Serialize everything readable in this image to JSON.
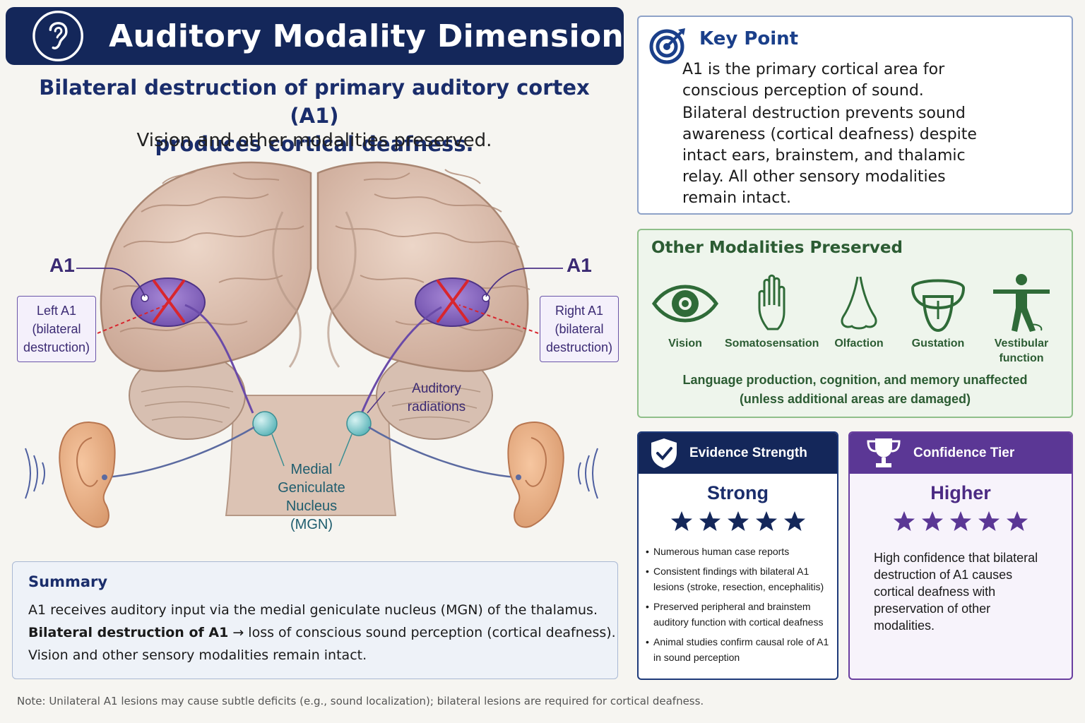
{
  "header": {
    "title": "Auditory Modality Dimension",
    "icon": "ear-icon"
  },
  "headline": {
    "line1": "Bilateral destruction of primary auditory cortex (A1)",
    "line2": "produces cortical deafness.",
    "subline": "Vision and other modalities preserved."
  },
  "illustration": {
    "left_a1": "A1",
    "right_a1": "A1",
    "left_box": [
      "Left A1",
      "(bilateral",
      "destruction)"
    ],
    "right_box": [
      "Right A1",
      "(bilateral",
      "destruction)"
    ],
    "radiations": [
      "Auditory",
      "radiations"
    ],
    "mgn": [
      "Medial",
      "Geniculate",
      "Nucleus",
      "(MGN)"
    ]
  },
  "summary": {
    "title": "Summary",
    "line1": "A1 receives auditory input via the medial geniculate nucleus (MGN) of the thalamus.",
    "line2_bold": "Bilateral destruction of A1",
    "line2_rest": " → loss of conscious sound perception (cortical deafness).",
    "line3": "Vision and other sensory modalities remain intact."
  },
  "note": "Note: Unilateral A1 lesions may cause subtle deficits (e.g., sound localization); bilateral lesions are required for cortical deafness.",
  "key_point": {
    "title": "Key Point",
    "icon": "target-icon",
    "p1": [
      "A1 is the primary cortical area for",
      "conscious perception of sound."
    ],
    "p2": [
      "Bilateral destruction prevents sound",
      "awareness (cortical deafness) despite",
      "intact ears, brainstem, and thalamic",
      "relay. All other sensory modalities",
      "remain intact."
    ]
  },
  "modalities": {
    "title": "Other Modalities Preserved",
    "items": [
      {
        "label": "Vision",
        "icon": "eye-icon"
      },
      {
        "label": "Somatosensation",
        "icon": "hand-icon"
      },
      {
        "label": "Olfaction",
        "icon": "nose-icon"
      },
      {
        "label": "Gustation",
        "icon": "tongue-icon"
      },
      {
        "label": "Vestibular",
        "label2": "function",
        "icon": "balance-figure-icon"
      }
    ],
    "footer1": "Language production, cognition, and memory unaffected",
    "footer2": "(unless additional areas are damaged)"
  },
  "evidence": {
    "title": "Evidence Strength",
    "level": "Strong",
    "stars": 5,
    "bullets": [
      [
        "Numerous human case reports"
      ],
      [
        "Consistent findings with bilateral A1",
        "lesions (stroke, resection, encephalitis)"
      ],
      [
        "Preserved peripheral and brainstem",
        "auditory function with cortical deafness"
      ],
      [
        "Animal studies confirm causal role of A1",
        "in sound perception"
      ]
    ]
  },
  "confidence": {
    "title": "Confidence Tier",
    "level": "Higher",
    "stars": 5,
    "text": [
      "High confidence that bilateral",
      "destruction of A1 causes",
      "cortical deafness with",
      "preservation of other",
      "modalities."
    ]
  },
  "colors": {
    "navy": "#14275a",
    "purple": "#5b3795",
    "green": "#2c5c33",
    "lesion_red": "#d8262e"
  }
}
